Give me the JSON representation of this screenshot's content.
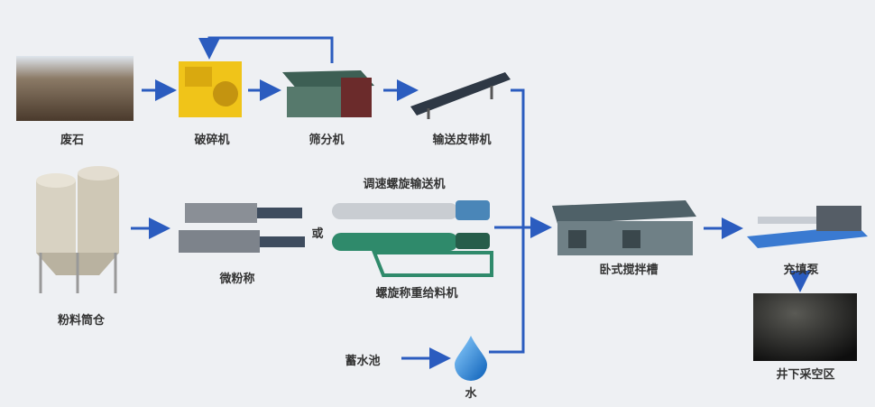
{
  "colors": {
    "arrow": "#2b5cbf",
    "background": "#eef0f3",
    "crusher": "#f0c419",
    "feeder": "#2f8a6b",
    "pump": "#3a7ad1"
  },
  "labels": {
    "waste_rock": "废石",
    "crusher": "破碎机",
    "screen": "筛分机",
    "belt_conveyor": "输送皮带机",
    "variable_speed_screw_conveyor": "调速螺旋输送机",
    "or": "或",
    "micro_powder_scale": "微粉称",
    "screw_weighing_feeder": "螺旋称重给料机",
    "horizontal_mixing_tank": "卧式搅拌槽",
    "filling_pump": "充填泵",
    "underground_goaf": "井下采空区",
    "powder_silo": "粉料筒仓",
    "reservoir": "蓄水池",
    "water": "水"
  }
}
